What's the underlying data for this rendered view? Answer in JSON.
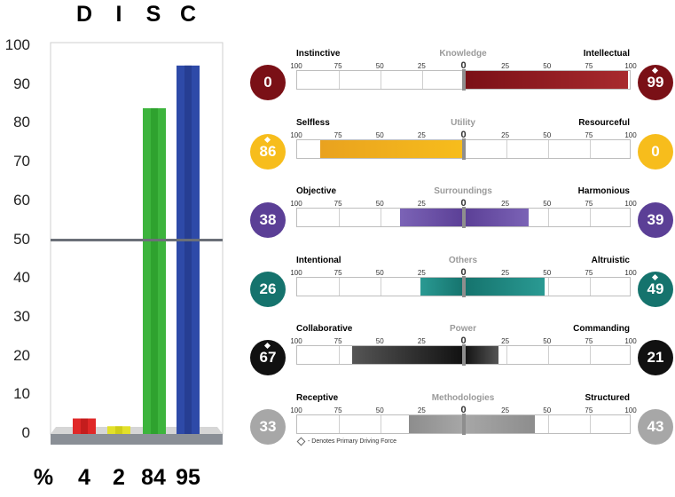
{
  "chart_data": [
    {
      "type": "bar",
      "categories": [
        "D",
        "I",
        "S",
        "C"
      ],
      "values": [
        4,
        2,
        84,
        95
      ],
      "percent_label": "%",
      "ylim": [
        0,
        100
      ],
      "yticks": [
        0,
        10,
        20,
        30,
        40,
        50,
        60,
        70,
        80,
        90,
        100
      ],
      "reference_line": 50,
      "grid": false,
      "colors": [
        "#e02828",
        "#e2e02a",
        "#3db43d",
        "#2e4aa8"
      ]
    },
    {
      "type": "bar",
      "orientation": "horizontal-diverging",
      "scale_ticks": [
        "100",
        "75",
        "50",
        "25",
        "0",
        "25",
        "50",
        "75",
        "100"
      ],
      "rows": [
        {
          "left": "Instinctive",
          "center": "Knowledge",
          "right": "Intellectual",
          "left_score": 0,
          "right_score": 99,
          "primary": "right",
          "color": "#7a1016",
          "light": "#a82a2e"
        },
        {
          "left": "Selfless",
          "center": "Utility",
          "right": "Resourceful",
          "left_score": 86,
          "right_score": 0,
          "primary": "left",
          "color": "#f7bd1c",
          "light": "#e9a21f"
        },
        {
          "left": "Objective",
          "center": "Surroundings",
          "right": "Harmonious",
          "left_score": 38,
          "right_score": 39,
          "primary": "",
          "color": "#5b3f96",
          "light": "#7b63b6"
        },
        {
          "left": "Intentional",
          "center": "Others",
          "right": "Altruistic",
          "left_score": 26,
          "right_score": 49,
          "primary": "right",
          "color": "#15736d",
          "light": "#2a9a93"
        },
        {
          "left": "Collaborative",
          "center": "Power",
          "right": "Commanding",
          "left_score": 67,
          "right_score": 21,
          "primary": "left",
          "color": "#111111",
          "light": "#555555"
        },
        {
          "left": "Receptive",
          "center": "Methodologies",
          "right": "Structured",
          "left_score": 33,
          "right_score": 43,
          "primary": "",
          "color": "#a7a7a7",
          "light": "#8d8d8d"
        }
      ]
    }
  ],
  "legend_text": "- Denotes Primary Driving Force"
}
